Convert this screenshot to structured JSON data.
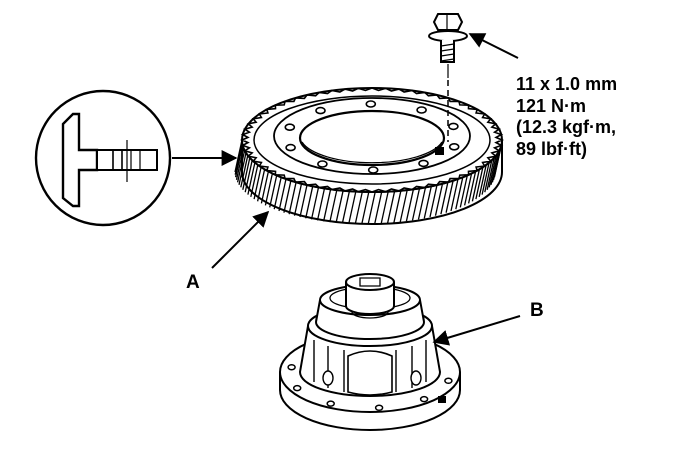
{
  "spec": {
    "lines": [
      "11 x 1.0 mm",
      "121 N·m",
      "(12.3 kgf·m,",
      "89 lbf·ft)"
    ]
  },
  "callouts": {
    "a": "A",
    "b": "B"
  },
  "colors": {
    "ink": "#000000",
    "paper": "#ffffff"
  },
  "icons": {
    "bolt": "flange-bolt-icon",
    "gear": "ring-gear-icon",
    "carrier": "differential-carrier-icon",
    "detail": "bolt-orientation-detail-icon"
  }
}
